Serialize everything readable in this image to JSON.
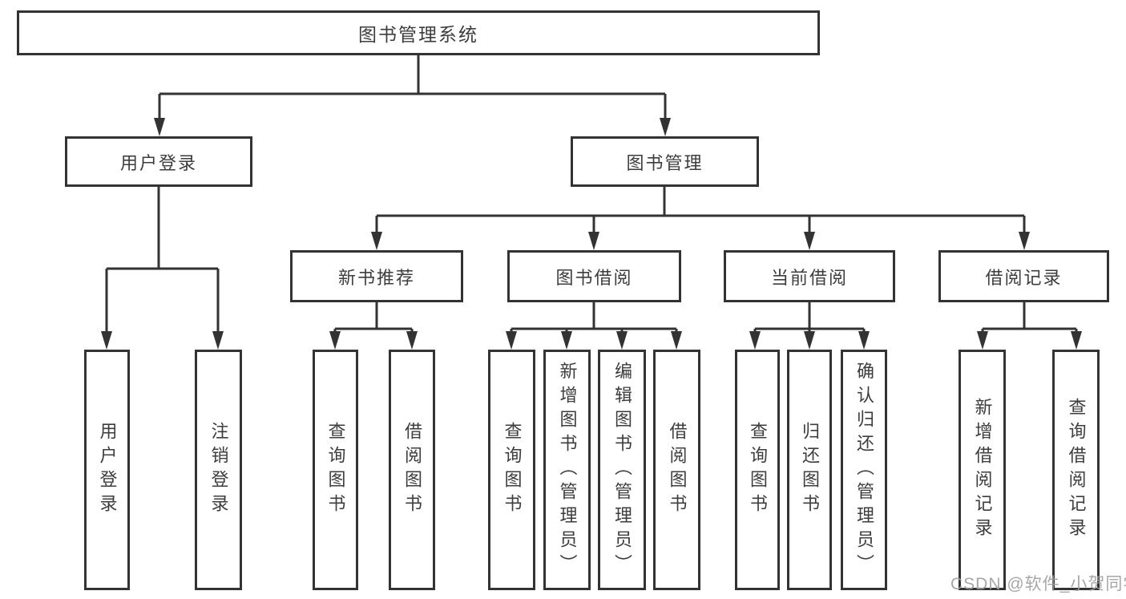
{
  "diagram_title": "图书管理系统",
  "nodes": {
    "root": "图书管理系统",
    "user_login": "用户登录",
    "book_mgmt": "图书管理",
    "new_book_rec": "新书推荐",
    "book_borrow": "图书借阅",
    "current_borrow": "当前借阅",
    "borrow_records": "借阅记录",
    "leaf_user_login": "用户登录",
    "leaf_logout": "注销登录",
    "leaf_query_book_rec": "查询图书",
    "leaf_borrow_book_rec": "借阅图书",
    "leaf_query_book_borrow": "查询图书",
    "leaf_add_book_admin": "新增图书（管理员）",
    "leaf_edit_book_admin": "编辑图书（管理员）",
    "leaf_borrow_book_borrow": "借阅图书",
    "leaf_query_book_current": "查询图书",
    "leaf_return_book": "归还图书",
    "leaf_confirm_return_admin": "确认归还（管理员）",
    "leaf_add_borrow_record": "新增借阅记录",
    "leaf_query_borrow_record": "查询借阅记录"
  },
  "hierarchy": {
    "图书管理系统": [
      "用户登录",
      "图书管理"
    ],
    "用户登录": [
      "用户登录",
      "注销登录"
    ],
    "图书管理": [
      "新书推荐",
      "图书借阅",
      "当前借阅",
      "借阅记录"
    ],
    "新书推荐": [
      "查询图书",
      "借阅图书"
    ],
    "图书借阅": [
      "查询图书",
      "新增图书（管理员）",
      "编辑图书（管理员）",
      "借阅图书"
    ],
    "当前借阅": [
      "查询图书",
      "归还图书",
      "确认归还（管理员）"
    ],
    "借阅记录": [
      "新增借阅记录",
      "查询借阅记录"
    ]
  },
  "watermark": "CSDN @软件_小贺同学",
  "colors": {
    "line": "#333333",
    "box_border": "#333333",
    "text": "#3d3d3d",
    "background": "#ffffff",
    "watermark": "#9e9e9e"
  }
}
